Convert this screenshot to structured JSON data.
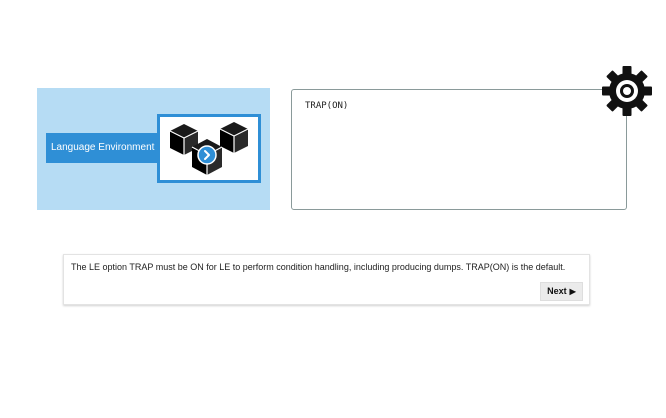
{
  "illustration": {
    "label": "Language Environment",
    "icon": "cubes-icon",
    "badge_icon": "chevron-right-icon"
  },
  "code_panel": {
    "text": "TRAP(ON)",
    "settings_icon": "gear-icon"
  },
  "message": {
    "text": "The LE option TRAP must be ON for LE to perform condition handling, including producing dumps. TRAP(ON) is the default.",
    "next_label": "Next",
    "next_icon": "play-arrow-icon"
  },
  "colors": {
    "panel_bg": "#b6dcf4",
    "accent_blue": "#2f8fd6",
    "gear": "#111111"
  }
}
